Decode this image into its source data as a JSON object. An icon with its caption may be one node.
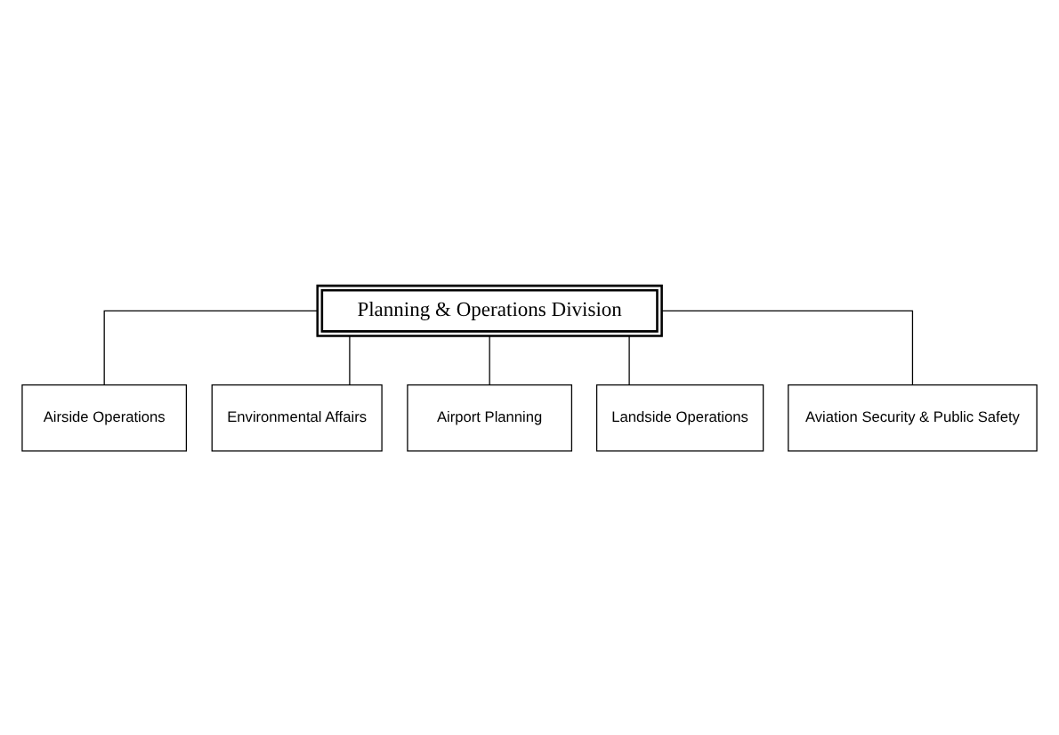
{
  "diagram": {
    "nodes": [
      {
        "text": [
          "Planning & Operations Division"
        ]
      },
      {
        "text": [
          "Airside Operations"
        ]
      },
      {
        "text": [
          "Environmental Affairs"
        ]
      },
      {
        "text": [
          "Airport Planning"
        ]
      },
      {
        "text": [
          "Landside Operations"
        ]
      },
      {
        "text": [
          "Aviation Security & Public Safety"
        ]
      }
    ],
    "edges": [
      {
        "from": 0,
        "to": 1,
        "arrow": "none"
      },
      {
        "from": 0,
        "to": 2,
        "arrow": "none"
      },
      {
        "from": 0,
        "to": 3,
        "arrow": "none"
      },
      {
        "from": 0,
        "to": 4,
        "arrow": "none"
      },
      {
        "from": 0,
        "to": 5,
        "arrow": "none"
      }
    ]
  }
}
